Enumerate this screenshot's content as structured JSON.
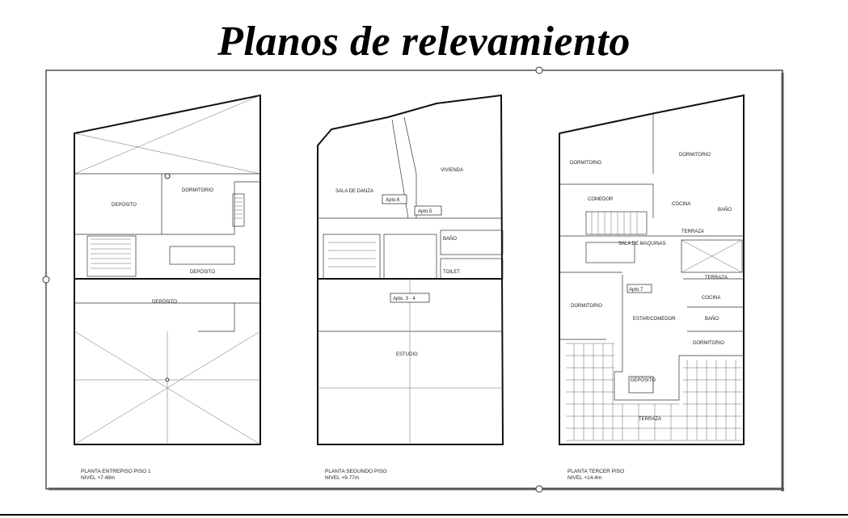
{
  "title": "Planos de relevamiento",
  "plans": [
    {
      "caption": "PLANTA ENTREPISO PISO 1",
      "level": "NIVEL  +7.49m",
      "rooms": [
        "DEPÓSITO",
        "DORMITORIO",
        "DEPÓSITO",
        "DEPÓSITO"
      ]
    },
    {
      "caption": "PLANTA SEGUNDO PISO",
      "level": "NIVEL  +9.77m",
      "rooms": [
        "VIVIENDA",
        "SALA DE DANZA",
        "Apto.6",
        "Apto.5",
        "BAÑO",
        "TOILET",
        "Apto. 3 - 4",
        "ESTUDIO"
      ]
    },
    {
      "caption": "PLANTA TERCER PISO",
      "level": "NIVEL  +14.4m",
      "rooms": [
        "DORMITORIO",
        "DORMITORIO",
        "COMEDOR",
        "COCINA",
        "BAÑO",
        "TERRAZA",
        "SALA DE MAQUINAS",
        "TERRAZA",
        "Apto.7",
        "COCINA",
        "DORMITORIO",
        "ESTAR/COMEDOR",
        "BAÑO",
        "DORMITORIO",
        "DEPÓSITO",
        "TERRAZA"
      ]
    }
  ]
}
